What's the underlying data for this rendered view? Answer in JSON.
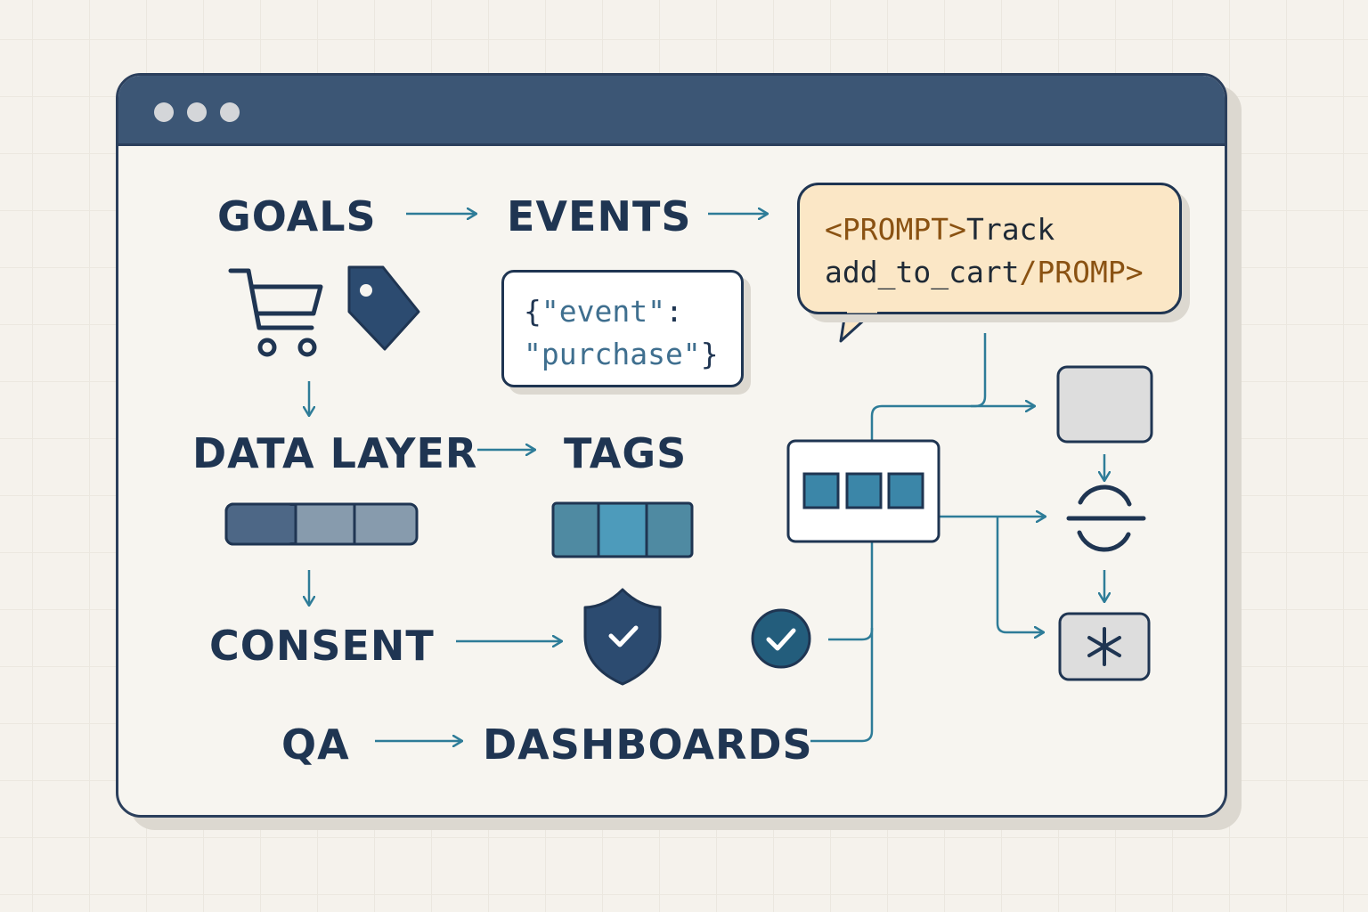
{
  "labels": {
    "goals": "GOALS",
    "events": "EVENTS",
    "data_layer": "DATA LAYER",
    "tags": "TAGS",
    "consent": "CONSENT",
    "qa": "QA",
    "dashboards": "DASHBOARDS"
  },
  "json_snippet": {
    "line1_open": "{",
    "line1_key": "\"event\"",
    "line1_colon": ":",
    "line2_value": "\"purchase\"",
    "line2_close": "}"
  },
  "prompt_bubble": {
    "open_tag": "<PROMPT>",
    "line1_text": "Track",
    "line2_text": "add_to_cart",
    "close_tag": "/PROMP>"
  },
  "icons": [
    "shopping-cart-icon",
    "price-tag-icon",
    "shield-check-icon",
    "check-circle-icon",
    "sync-icon",
    "asterisk-icon"
  ],
  "colors": {
    "navy": "#1f3552",
    "titlebar": "#3c5675",
    "teal": "#2e7c98",
    "prompt_bg": "#fbe7c6",
    "prompt_tag": "#8a5212"
  }
}
